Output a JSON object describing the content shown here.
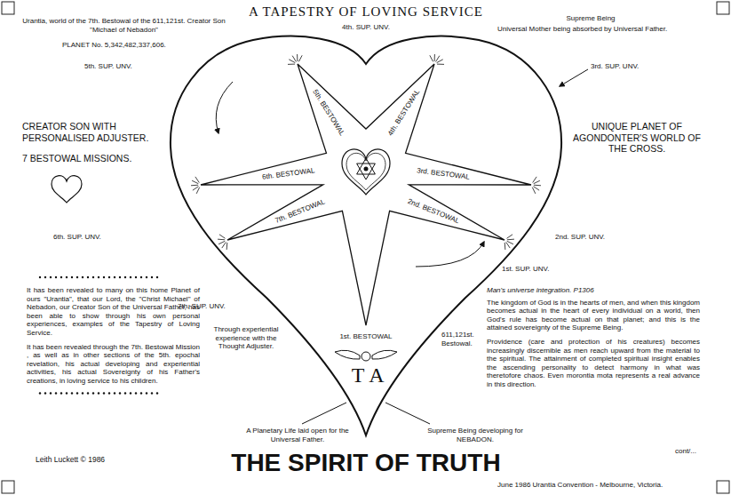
{
  "diagram": {
    "title": "A TAPESTRY OF LOVING SERVICE",
    "caption": "THE SPIRIT OF TRUTH",
    "labels": [
      "Urantia, world of the 7th. Bestowal of the 611,121st. Creator Son \"Michael of Nebadon\"",
      "PLANET No. 5,342,482,337,606.",
      "4th. SUP. UNV.",
      "Supreme Being",
      "Universal Mother being absorbed by Universal Father.",
      "5th. SUP. UNV.",
      "3rd. SUP. UNV.",
      "5th. BESTOWAL",
      "4th. BESTOWAL",
      "CREATOR SON WITH PERSONALISED ADJUSTER.",
      "7 BESTOWAL MISSIONS.",
      "UNIQUE PLANET OF AGONDONTER'S WORLD OF THE CROSS.",
      "6th. BESTOWAL",
      "3rd. BESTOWAL",
      "6th. SUP. UNV.",
      "2nd. SUP. UNV.",
      "7th. BESTOWAL",
      "2nd. BESTOWAL",
      "1st. BESTOWAL",
      "7th. SUP. UNV.",
      "1st. SUP. UNV.",
      "611,121st. Bestowal.",
      "Through experiential experience with the Thought Adjuster.",
      "T",
      "A",
      "It has been revealed to many on this home Planet of ours \"Urantia\", that our Lord, the \"Christ Michael\" of Nebadon, our Creator Son of the Universal Father, has been able to show through his own personal experiences, examples of the Tapestry of Loving Service.",
      "It has been revealed through the 7th. Bestowal Mission , as well as in other sections of the 5th. epochal revelation, his actual developing and experiential activities, his actual Sovereignty of his Father's creations, in loving service to his children.",
      "Man's universe integration. P1306",
      "The kingdom of God is in the hearts of men, and when this kingdom becomes actual in the heart of every individual on a world, then God's rule has become actual on that planet; and this is the attained sovereignty of the Supreme Being.",
      "Providence (care and protection of his creatures) becomes increasingly discernible as men reach upward from the material to the spiritual. The attainment of completed spiritual insight enables the ascending personality to detect harmony in what was theretofore chaos. Even morontia mota represents a real advance in this direction.",
      "cont/...",
      "A Planetary Life laid open for the Universal Father.",
      "Supreme Being developing for NEBADON.",
      "Leith Luckett © 1986",
      "June 1986 Urantia Convention - Melbourne, Victoria."
    ]
  }
}
